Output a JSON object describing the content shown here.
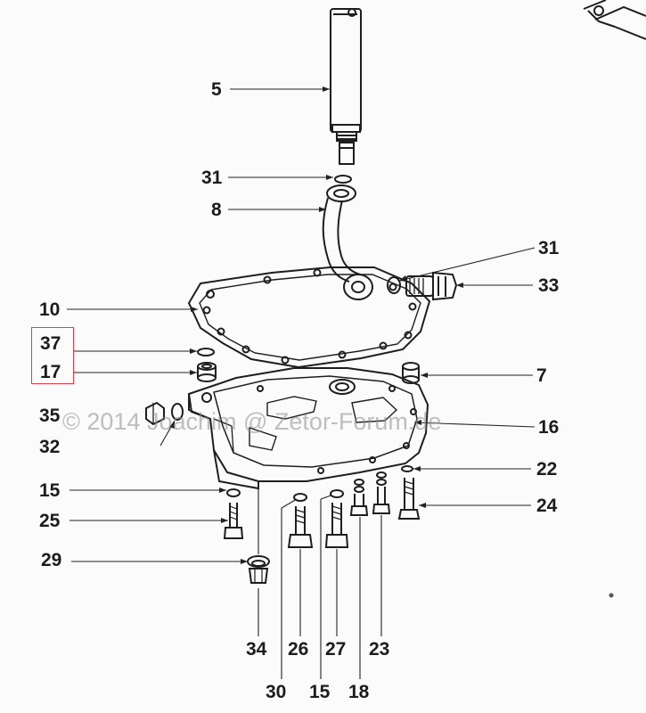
{
  "diagram": {
    "watermark": "© 2014 Joachim @ Zetor-Forum.de",
    "highlight_labels": [
      "37",
      "17"
    ],
    "labels": {
      "l5": "5",
      "l31a": "31",
      "l8": "8",
      "l31b": "31",
      "l33": "33",
      "l10": "10",
      "l37": "37",
      "l17": "17",
      "l7": "7",
      "l35": "35",
      "l16": "16",
      "l32": "32",
      "l22": "22",
      "l15a": "15",
      "l24": "24",
      "l25": "25",
      "l29": "29",
      "l34": "34",
      "l26": "26",
      "l27": "27",
      "l23": "23",
      "l30": "30",
      "l15b": "15",
      "l18": "18"
    },
    "highlight_color": "#d9434b"
  }
}
